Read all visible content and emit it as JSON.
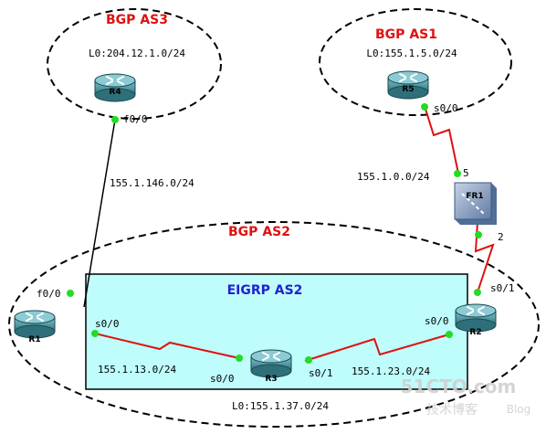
{
  "colors": {
    "as_label": "#e01010",
    "eigrp_label": "#2222cc",
    "eigrp_fill": "#bffdfc",
    "serial_link": "#e01010",
    "ethernet_link": "#000000",
    "port_dot": "#22dd22",
    "router_body": "#3a8a96"
  },
  "areas": {
    "as3": "BGP AS3",
    "as1": "BGP AS1",
    "as2": "BGP AS2",
    "eigrp": "EIGRP AS2"
  },
  "routers": {
    "r1": "R1",
    "r2": "R2",
    "r3": "R3",
    "r4": "R4",
    "r5": "R5",
    "fr1": "FR1"
  },
  "loopbacks": {
    "r4": "L0:204.12.1.0/24",
    "r5": "L0:155.1.5.0/24",
    "r3": "L0:155.1.37.0/24"
  },
  "interfaces": {
    "r4_f0_0": "f0/0",
    "r1_f0_0": "f0/0",
    "r1_s0_0": "s0/0",
    "r3_s0_0": "s0/0",
    "r3_s0_1": "s0/1",
    "r2_s0_0": "s0/0",
    "r2_s0_1": "s0/1",
    "r5_s0_0": "s0/0",
    "fr_port_5": "5",
    "fr_port_2": "2"
  },
  "networks": {
    "r1_r4": "155.1.146.0/24",
    "r1_r3": "155.1.13.0/24",
    "r3_r2": "155.1.23.0/24",
    "frame_relay": "155.1.0.0/24"
  },
  "watermark": {
    "main": "51CTO.com",
    "sub": "技术博客",
    "blog": "Blog"
  }
}
